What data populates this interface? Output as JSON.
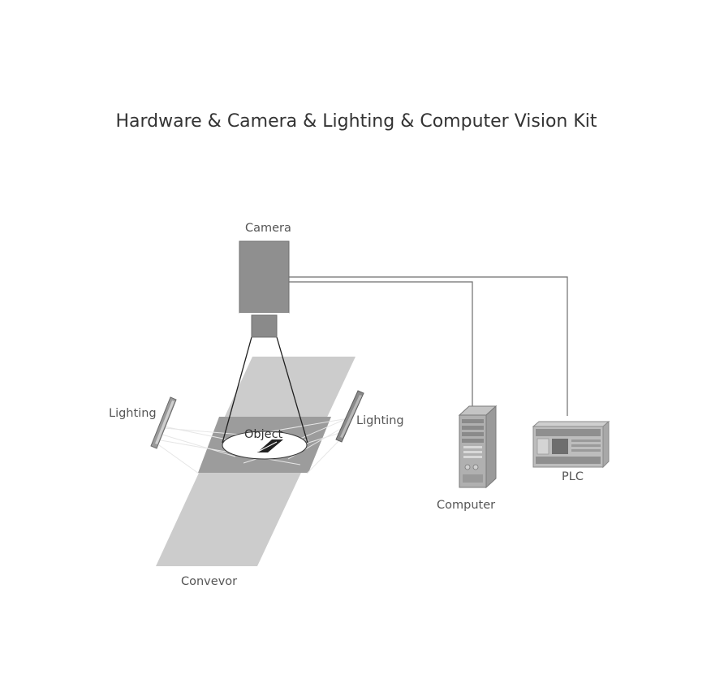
{
  "title": "Hardware & Camera & Lighting & Computer  Vision Kit",
  "labels": {
    "camera": "Camera",
    "lighting_left": "Lighting",
    "lighting_right": "Lighting",
    "object": "Object",
    "computer": "Computer",
    "plc": "PLC",
    "conveyor": "Convevor"
  },
  "colors": {
    "conveyor": "#cccccc",
    "inspection_zone": "#9a9a9a",
    "camera_body": "#8c8c8c",
    "line": "#6e6e6e",
    "text": "#555555"
  },
  "icons": {
    "computer": "tower-server-icon",
    "plc": "plc-controller-icon"
  }
}
